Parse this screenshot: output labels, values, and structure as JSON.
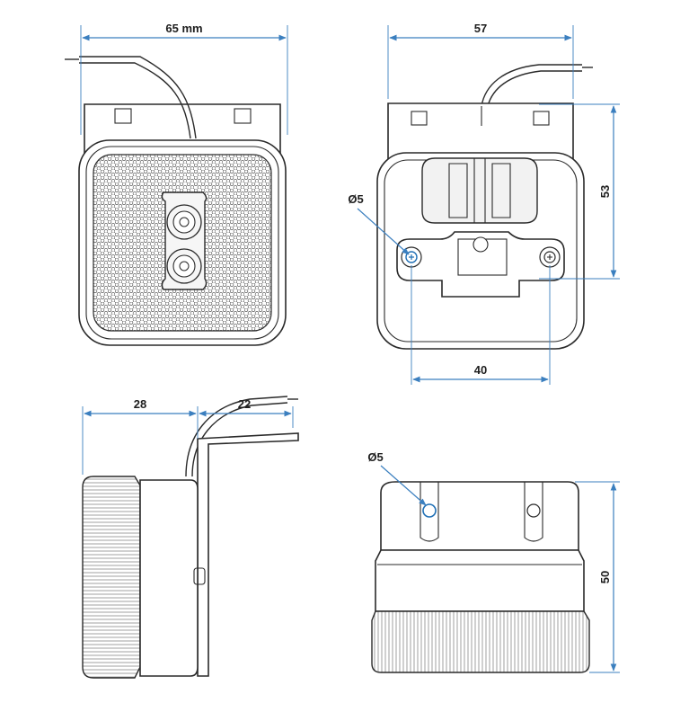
{
  "dimensions": {
    "front_width": "65 mm",
    "back_width": "57",
    "back_height": "53",
    "hole_spacing": "40",
    "hole_diameter_back": "Ø5",
    "side_depth": "28",
    "side_bracket": "22",
    "bottom_hole": "Ø5",
    "bottom_height": "50"
  },
  "colors": {
    "dimension_line": "#3b7fbf",
    "outline": "#2a2a2a",
    "hole_accent": "#1f6fb5"
  }
}
